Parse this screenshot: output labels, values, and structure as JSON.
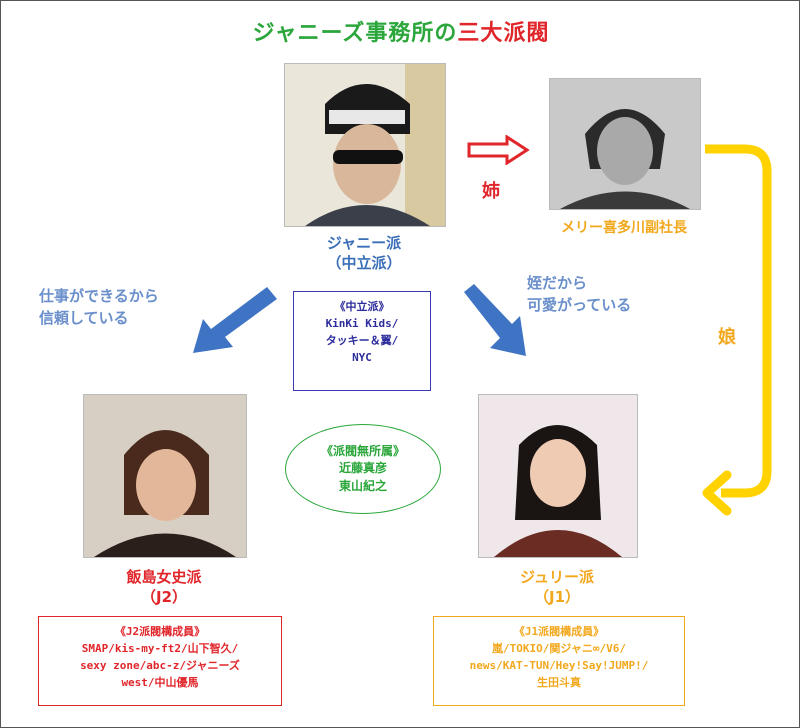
{
  "title": {
    "part1": "ジャニーズ事務所の",
    "part2": "三大派閥"
  },
  "johnny": {
    "name": "ジャニー派",
    "sub": "（中立派）"
  },
  "mary": {
    "caption": "メリー喜多川副社長"
  },
  "labels": {
    "sister": "姉",
    "daughter": "娘"
  },
  "left_note": [
    "仕事ができるから",
    "信頼している"
  ],
  "right_note": [
    "姪だから",
    "可愛がっている"
  ],
  "neutral_box": {
    "title": "《中立派》",
    "lines": [
      "KinKi Kids/",
      "タッキー＆翼/",
      "NYC"
    ]
  },
  "unaffiliated": {
    "title": "《派閥無所属》",
    "lines": [
      "近藤真彦",
      "東山紀之"
    ]
  },
  "iijima": {
    "name": "飯島女史派",
    "sub": "（J2）"
  },
  "julie": {
    "name": "ジュリー派",
    "sub": "（J1）"
  },
  "j2_box": {
    "title": "《J2派閥構成員》",
    "lines": [
      "SMAP/kis-my-ft2/山下智久/",
      "sexy zone/abc-z/ジャニーズ",
      "west/中山優馬"
    ]
  },
  "j1_box": {
    "title": "《J1派閥構成員》",
    "lines": [
      "嵐/TOKIO/関ジャニ∞/V6/",
      "news/KAT-TUN/Hey!Say!JUMP!/",
      "生田斗真"
    ]
  },
  "colors": {
    "green": "#2aa63a",
    "red": "#e0262b",
    "blue": "#3a6fb8",
    "orange": "#f2a81d",
    "yellow": "#ffd200"
  }
}
